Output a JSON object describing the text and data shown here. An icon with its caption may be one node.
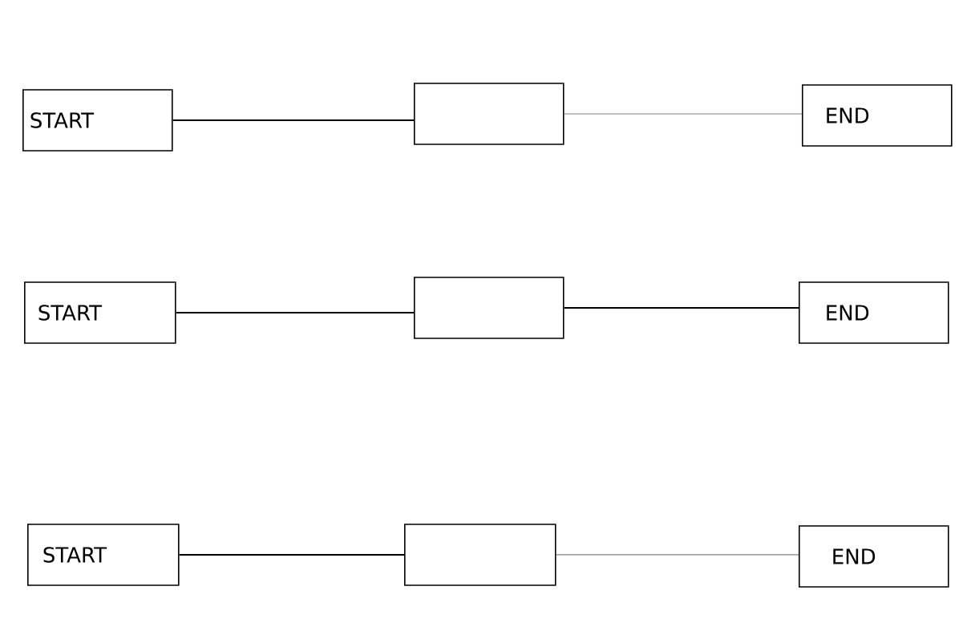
{
  "diagram": {
    "nodes": [
      {
        "text": [
          "START"
        ]
      },
      {
        "text": [],
        "shape": "box"
      },
      {
        "text": [
          "END"
        ]
      },
      {
        "text": [
          "START"
        ]
      },
      {
        "text": [],
        "shape": "box"
      },
      {
        "text": [
          "END"
        ]
      },
      {
        "text": [
          "START"
        ]
      },
      {
        "text": [],
        "shape": "box"
      },
      {
        "text": [
          "END"
        ]
      }
    ],
    "edges": [
      {
        "from": 0,
        "to": 1,
        "arrow": "none"
      },
      {
        "from": 1,
        "to": 2,
        "arrow": "none",
        "color": "#808080"
      },
      {
        "from": 3,
        "to": 4,
        "arrow": "none"
      },
      {
        "from": 4,
        "to": 5,
        "arrow": "none"
      },
      {
        "from": 6,
        "to": 7,
        "arrow": "none"
      },
      {
        "from": 7,
        "to": 8,
        "arrow": "none",
        "color": "#808080"
      }
    ]
  }
}
